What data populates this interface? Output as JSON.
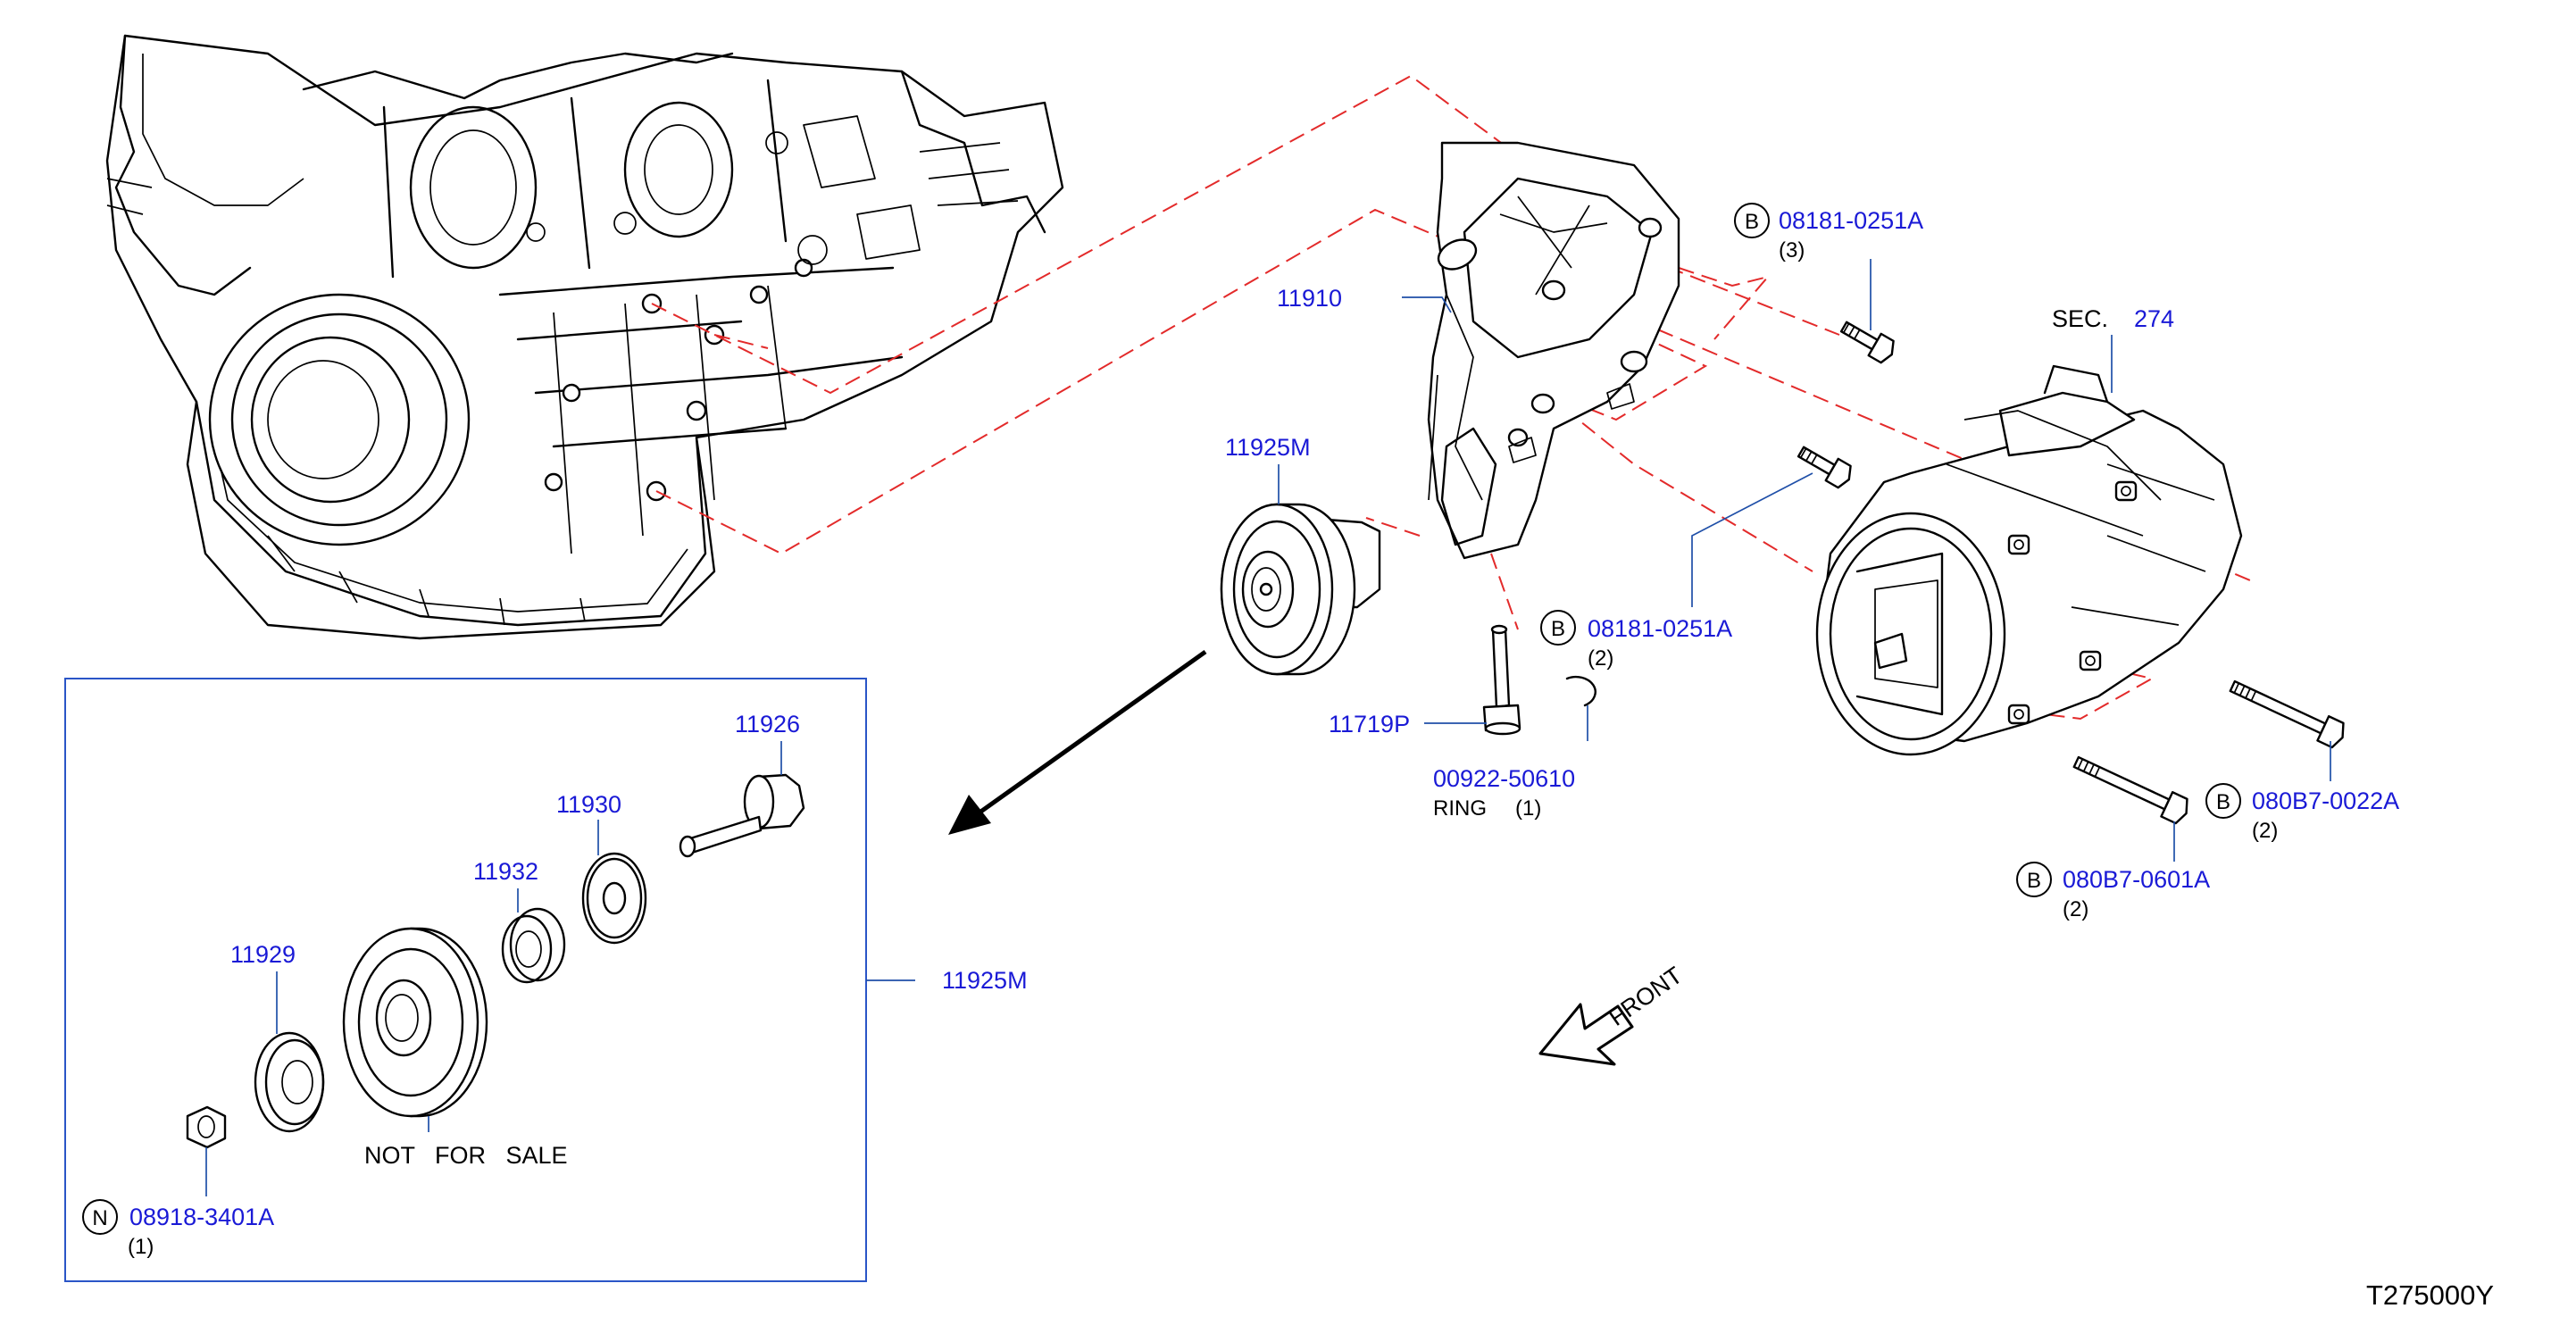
{
  "colors": {
    "part_number": "#1a1ad6",
    "text": "#000000",
    "outline": "#000000",
    "assembly_line": "#e32a2a",
    "leader_line": "#1f4fa8",
    "detail_box": "#2a55c7"
  },
  "labels": {
    "bracket": "11910",
    "idler_pulley_assy": "11925M",
    "idler_stud": "11719P",
    "ring_part": "00922-50610",
    "ring_name": "RING",
    "ring_qty": "(1)",
    "bolt_bracket_upper": "08181-0251A",
    "bolt_bracket_upper_qty": "(3)",
    "bolt_bracket_lower": "08181-0251A",
    "bolt_bracket_lower_qty": "(2)",
    "bolt_comp_upper": "080B7-0022A",
    "bolt_comp_upper_qty": "(2)",
    "bolt_comp_lower": "080B7-0601A",
    "bolt_comp_lower_qty": "(2)",
    "sec_prefix": "SEC.",
    "sec_number": "274",
    "front_label": "FRONT",
    "symbol_b": "B",
    "symbol_n": "N",
    "diagram_id": "T275000Y"
  },
  "detail": {
    "shaft": "11926",
    "washer": "11930",
    "bearing": "11932",
    "cover": "11929",
    "assembly": "11925M",
    "nut": "08918-3401A",
    "nut_qty": "(1)",
    "note": "NOT   FOR   SALE"
  }
}
